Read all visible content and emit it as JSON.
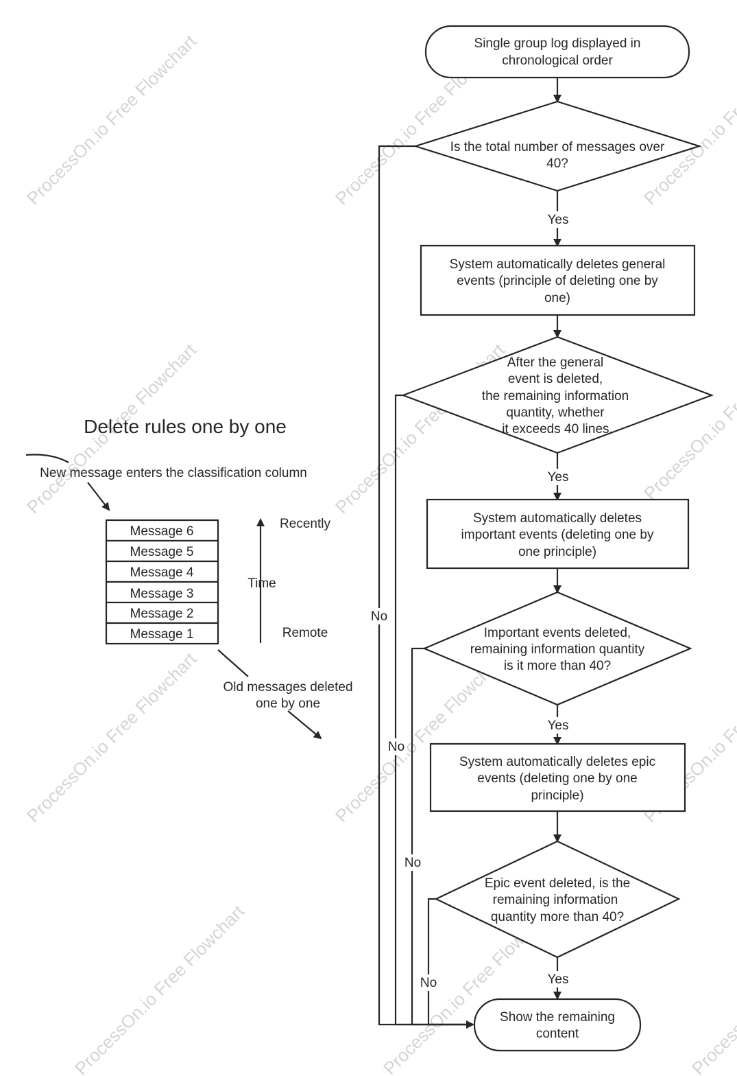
{
  "watermark": "ProcessOn.io Free Flowchart",
  "colors": {
    "stroke": "#262626",
    "text": "#262626",
    "watermark": "#d4d4d4",
    "background": "#ffffff"
  },
  "legend": {
    "title": "Delete rules one by one",
    "new_message_label": "New message enters the classification column",
    "messages": [
      "Message 6",
      "Message 5",
      "Message 4",
      "Message 3",
      "Message 2",
      "Message 1"
    ],
    "time_label": "Time",
    "recently_label": "Recently",
    "remote_label": "Remote",
    "old_messages_label": [
      "Old messages deleted",
      "one by one"
    ]
  },
  "flow": {
    "start": [
      "Single group log displayed in",
      "chronological order"
    ],
    "decision1": [
      "Is the total number of messages over",
      "40?"
    ],
    "process1": [
      "System automatically deletes general",
      "events (principle of deleting one by",
      "one)"
    ],
    "decision2": [
      "After the general",
      "event is deleted,",
      "the remaining information",
      "quantity, whether",
      "it exceeds 40 lines."
    ],
    "process2": [
      "System automatically deletes",
      "important events (deleting one by",
      "one principle)"
    ],
    "decision3": [
      "Important events deleted,",
      "remaining information quantity",
      "is it more than 40?"
    ],
    "process3": [
      "System automatically deletes epic",
      "events (deleting one by one",
      "principle)"
    ],
    "decision4": [
      "Epic event deleted, is the",
      "remaining information",
      "quantity more than 40?"
    ],
    "end": [
      "Show the remaining",
      "content"
    ],
    "yes_label": "Yes",
    "no_label": "No"
  }
}
